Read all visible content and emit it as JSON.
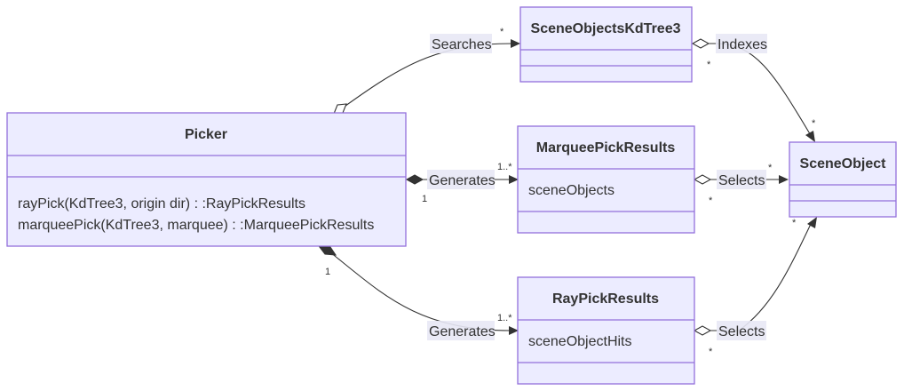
{
  "classes": {
    "picker": {
      "name": "Picker",
      "methods": [
        "rayPick(KdTree3, origin dir) : :RayPickResults",
        "marqueePick(KdTree3, marquee) : :MarqueePickResults"
      ]
    },
    "kdtree": {
      "name": "SceneObjectsKdTree3"
    },
    "marquee": {
      "name": "MarqueePickResults",
      "attributes": [
        "sceneObjects"
      ]
    },
    "raypick": {
      "name": "RayPickResults",
      "attributes": [
        "sceneObjectHits"
      ]
    },
    "sceneobject": {
      "name": "SceneObject"
    }
  },
  "relations": {
    "searches": {
      "label": "Searches",
      "target_mult": "*"
    },
    "indexes": {
      "label": "Indexes",
      "source_mult": "*",
      "target_mult": "*"
    },
    "generates_marquee": {
      "label": "Generates",
      "source_mult": "1",
      "target_mult": "1..*"
    },
    "generates_ray": {
      "label": "Generates",
      "source_mult": "1",
      "target_mult": "1..*"
    },
    "selects_marquee": {
      "label": "Selects",
      "source_mult": "*",
      "target_mult": "*"
    },
    "selects_ray": {
      "label": "Selects",
      "source_mult": "*",
      "target_mult": "*"
    }
  }
}
